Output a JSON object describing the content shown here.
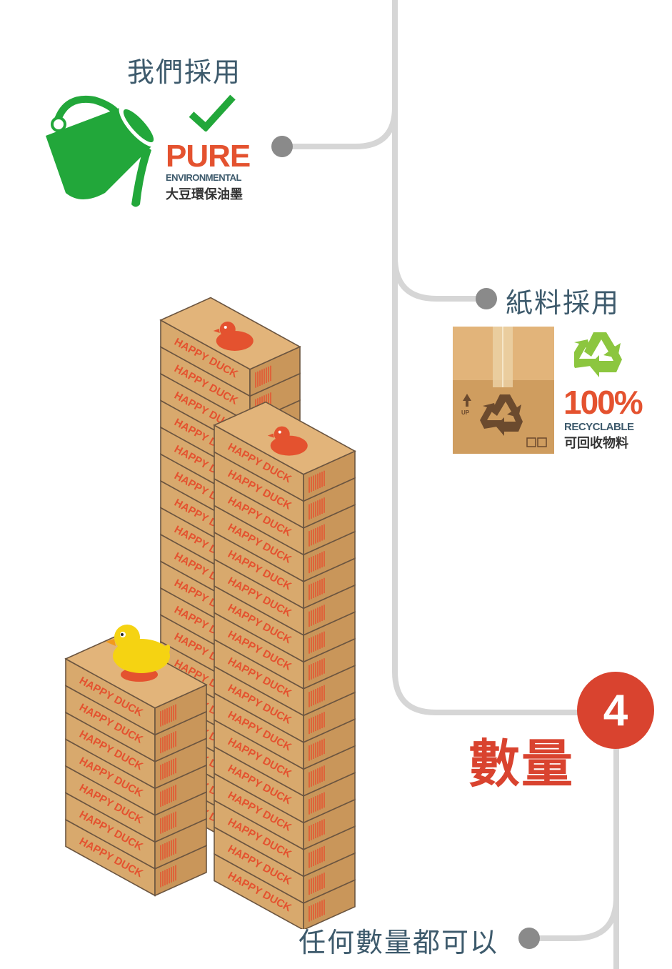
{
  "sections": {
    "ink": {
      "heading": "我們採用",
      "logo_main": "PURE",
      "logo_sub": "ENVIRONMENTAL",
      "logo_cn": "大豆環保油墨",
      "icon": "paint-bucket-icon"
    },
    "paper": {
      "heading": "紙料採用",
      "percent": "100%",
      "recyclable": "RECYCLABLE",
      "cn": "可回收物料",
      "box_up": "UP",
      "icon": "recycle-icon"
    },
    "quantity": {
      "step_number": "4",
      "title": "數量",
      "caption": "任何數量都可以"
    }
  },
  "boxes": {
    "label": "HAPPY DUCK"
  },
  "colors": {
    "accent_red": "#d9432f",
    "logo_green": "#22a73a",
    "text_slate": "#3d5a6c",
    "line_grey": "#d6d6d6",
    "dot_grey": "#8a8a8a",
    "carton": "#d8a96d"
  }
}
